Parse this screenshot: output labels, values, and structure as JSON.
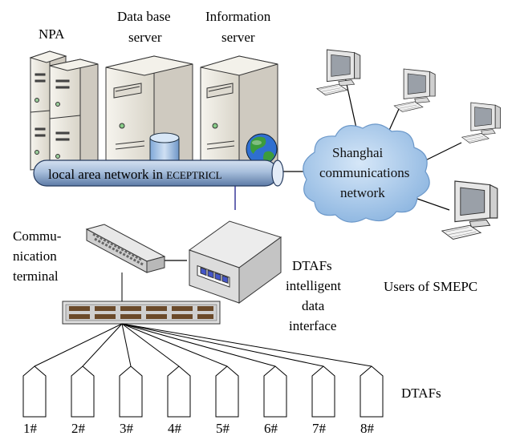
{
  "labels": {
    "npa": "NPA",
    "db_line1": "Data base",
    "db_line2": "server",
    "info_line1": "Information",
    "info_line2": "server",
    "lan_prefix": "local area network in ",
    "lan_org": "ECEPTRICL",
    "cloud_line1": "Shanghai",
    "cloud_line2": "communications",
    "cloud_line3": "network",
    "comm_line1": "Commu-",
    "comm_line2": "nication",
    "comm_line3": "terminal",
    "dtafs_line1": "DTAFs",
    "dtafs_line2": "intelligent",
    "dtafs_line3": "data",
    "dtafs_line4": "interface",
    "users": "Users of SMEPC",
    "dtafs_group": "DTAFs"
  },
  "dtaf_units": [
    "1#",
    "2#",
    "3#",
    "4#",
    "5#",
    "6#",
    "7#",
    "8#"
  ],
  "colors": {
    "server_body": "#e9e6dd",
    "server_shadow": "#bdb9ae",
    "lan_pipe": "#9fb6d6",
    "cloud": "#a9c9ea",
    "db_cylinder": "#9ec0e4",
    "globe_water": "#2f6fd0",
    "globe_land": "#3c9c3c"
  }
}
